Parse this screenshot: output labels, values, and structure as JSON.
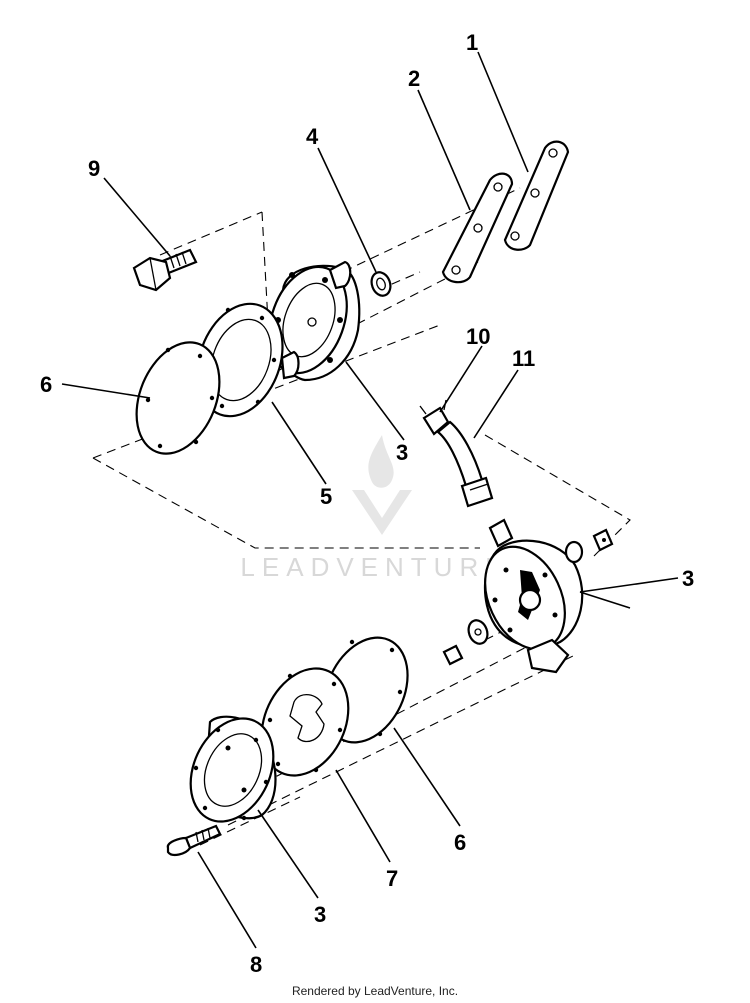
{
  "watermark": {
    "text": "LEADVENTURE"
  },
  "footer": {
    "text": "Rendered by LeadVenture, Inc."
  },
  "callouts": {
    "c1": "1",
    "c2": "2",
    "c3a": "3",
    "c3b": "3",
    "c3c": "3",
    "c4": "4",
    "c5": "5",
    "c6a": "6",
    "c6b": "6",
    "c7": "7",
    "c8": "8",
    "c9": "9",
    "c10": "10",
    "c11": "11"
  }
}
